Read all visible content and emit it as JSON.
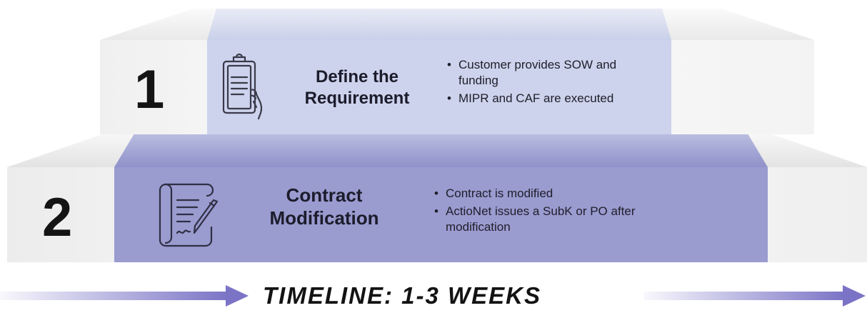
{
  "steps": [
    {
      "number": "1",
      "title": "Define the\nRequirement",
      "icon": "clipboard-hand-icon",
      "bullets": [
        "Customer provides SOW and funding",
        "MIPR and CAF are executed"
      ]
    },
    {
      "number": "2",
      "title": "Contract\nModification",
      "icon": "contract-pen-icon",
      "bullets": [
        "Contract is modified",
        "ActioNet issues a SubK or PO after modification"
      ]
    }
  ],
  "timeline": {
    "label": "TIMELINE: 1-3 WEEKS",
    "arrow_color": "#7b74c6"
  },
  "colors": {
    "step1_band": "#cdd3ec",
    "step2_band": "#9a9bcf",
    "step_surface": "#f2f2f2"
  }
}
